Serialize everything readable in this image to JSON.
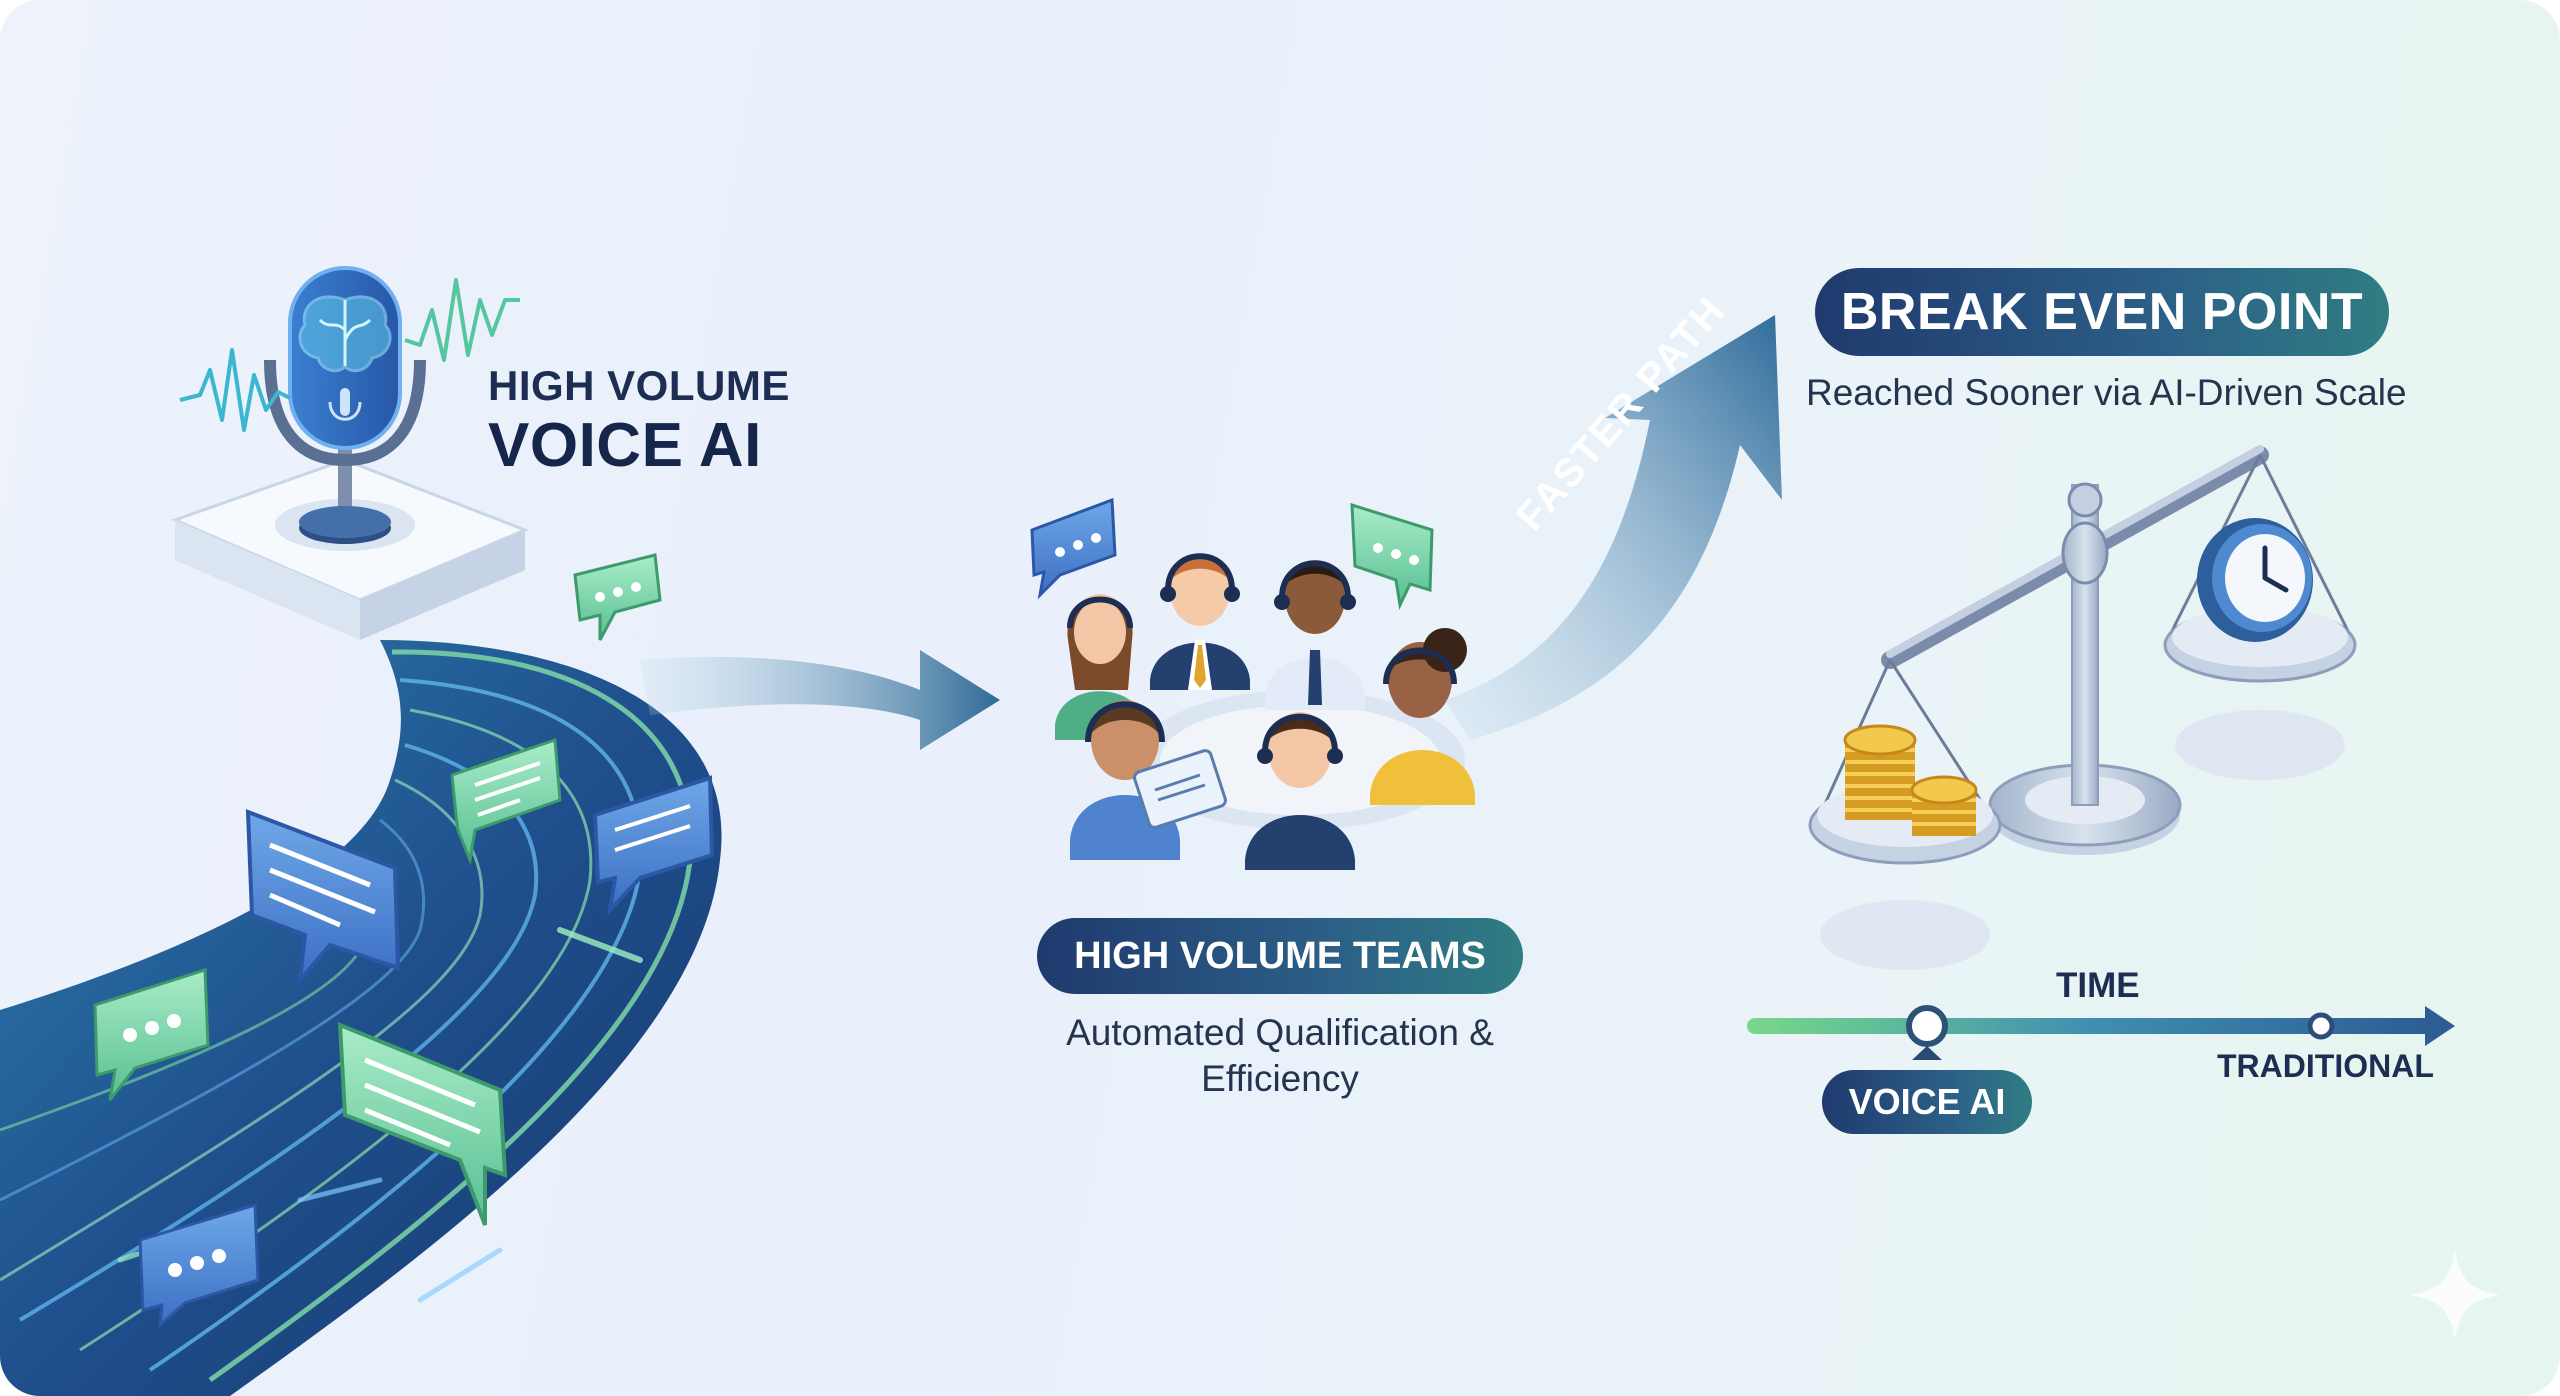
{
  "voice_ai_block": {
    "line1": "HIGH VOLUME",
    "line2": "VOICE AI"
  },
  "teams_block": {
    "label": "HIGH VOLUME TEAMS",
    "subtitle": "Automated Qualification & Efficiency"
  },
  "path_arrow": {
    "label": "FASTER PATH"
  },
  "break_even_block": {
    "label": "BREAK EVEN POINT",
    "subtitle": "Reached Sooner via AI-Driven Scale"
  },
  "timeline": {
    "axis_label": "TIME",
    "marker_voice_ai": "VOICE AI",
    "marker_traditional": "TRADITIONAL"
  },
  "colors": {
    "navy": "#1f3a6e",
    "teal": "#2f7d83",
    "green_accent": "#6fd88d",
    "stream_blue": "#2a5e98",
    "gold": "#e8b73a"
  },
  "icons": [
    "microphone-icon",
    "brain-icon",
    "speech-bubble-icon",
    "headset-icon",
    "balance-scale-icon",
    "clock-icon",
    "coin-stack-icon",
    "sparkle-icon"
  ]
}
